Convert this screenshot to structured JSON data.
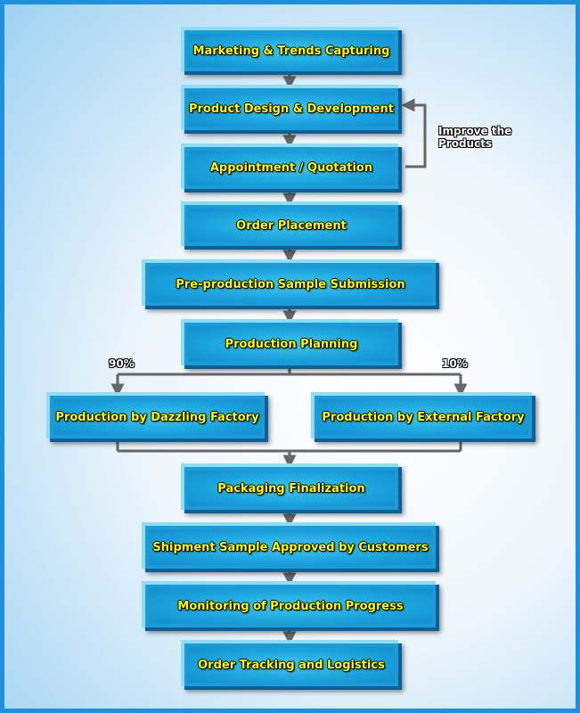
{
  "flowchart": {
    "steps": [
      "Marketing & Trends Capturing",
      "Product Design & Development",
      "Appointment / Quotation",
      "Order Placement",
      "Pre-production Sample Submission",
      "Production Planning",
      "Production by Dazzling Factory",
      "Production by External Factory",
      "Packaging Finalization",
      "Shipment Sample Approved by Customers",
      "Monitoring of Production Progress",
      "Order Tracking and Logistics"
    ],
    "feedback_line1": "Improve the",
    "feedback_line2": "Products",
    "split_left": "90%",
    "split_right": "10%"
  },
  "colors": {
    "frame_border": "#1f8fe0",
    "box_fill": "#1c9cd6",
    "label_text": "#ffff00",
    "connector": "#666666"
  }
}
